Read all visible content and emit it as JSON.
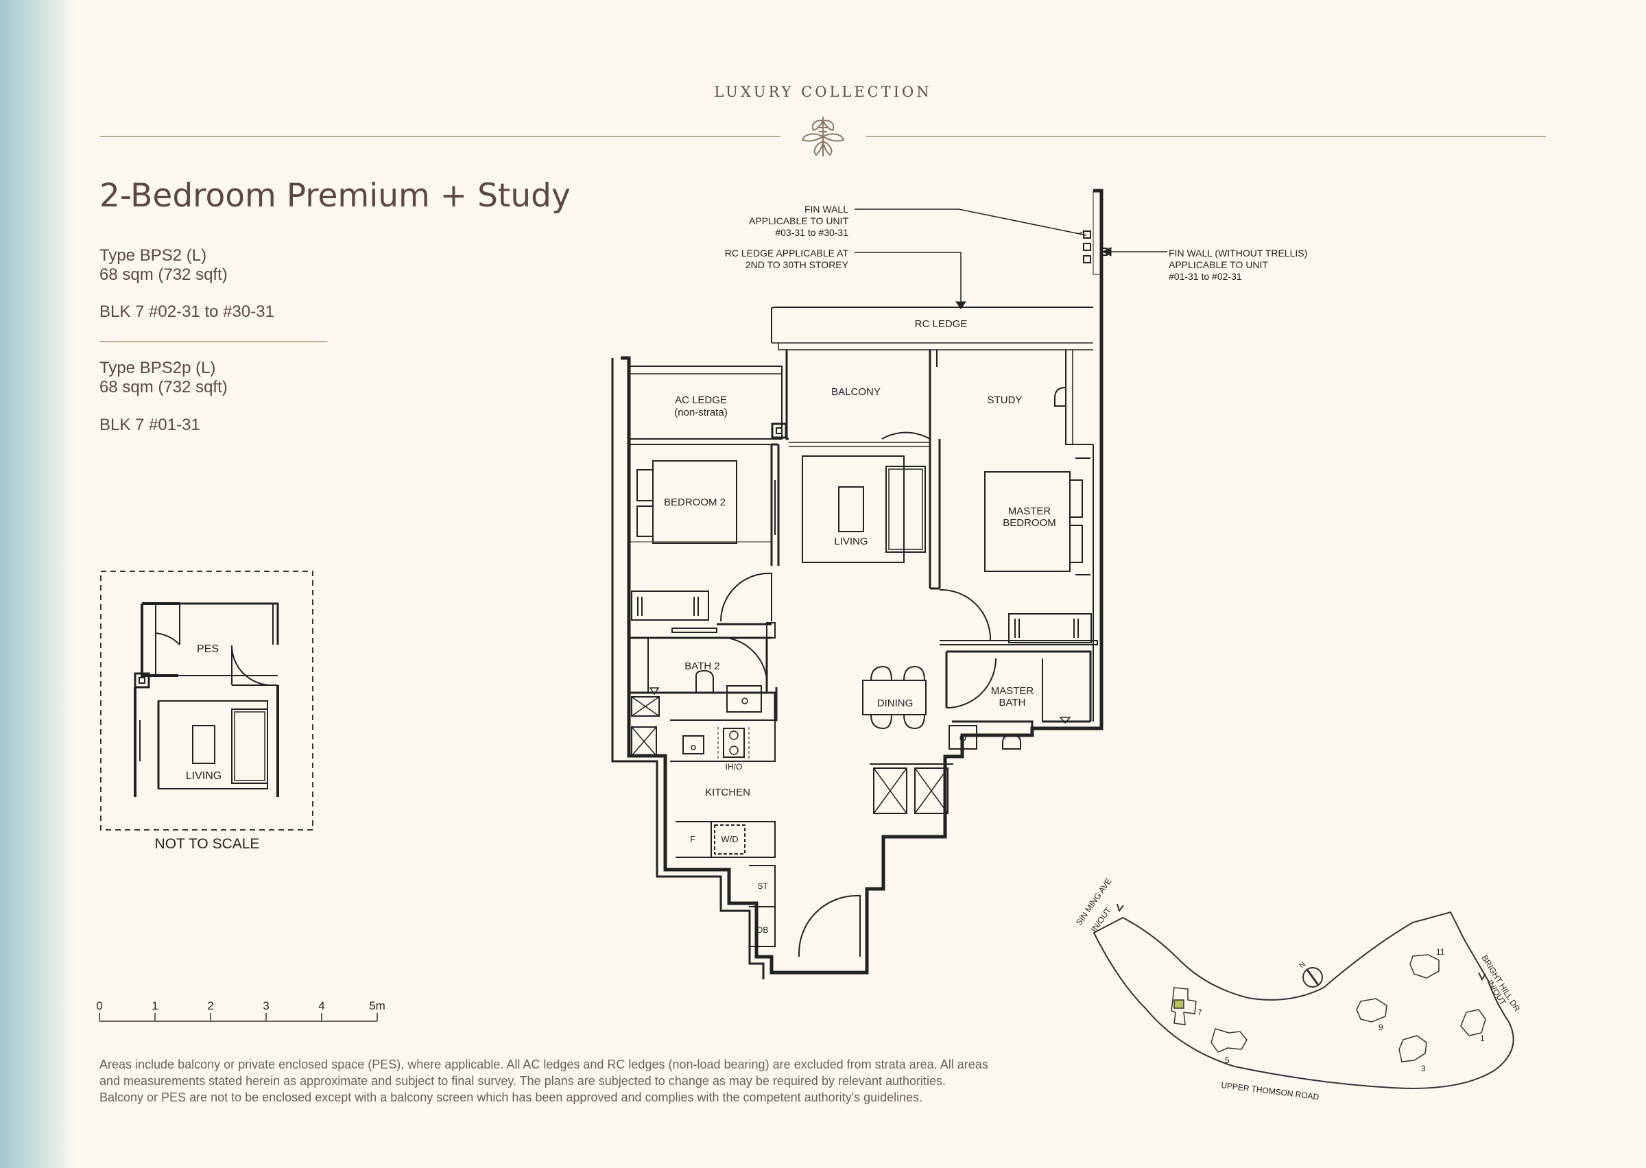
{
  "header": {
    "brand": "LUXURY COLLECTION"
  },
  "unit": {
    "title": "2-Bedroom Premium + Study",
    "types": [
      {
        "type": "Type BPS2 (L)",
        "area": "68 sqm (732 sqft)",
        "units": "BLK 7 #02-31 to #30-31"
      },
      {
        "type": "Type BPS2p (L)",
        "area": "68 sqm (732 sqft)",
        "units": "BLK 7 #01-31"
      }
    ]
  },
  "inset": {
    "rooms": {
      "pes": "PES",
      "living": "LIVING"
    },
    "caption": "NOT TO SCALE"
  },
  "plan": {
    "rooms": {
      "rc_ledge": "RC LEDGE",
      "ac_ledge": "AC LEDGE",
      "ac_ledge_note": "(non-strata)",
      "balcony": "BALCONY",
      "study": "STUDY",
      "bedroom2": "BEDROOM 2",
      "living": "LIVING",
      "master_bedroom_1": "MASTER",
      "master_bedroom_2": "BEDROOM",
      "bath2": "BATH 2",
      "dining": "DINING",
      "master_bath_1": "MASTER",
      "master_bath_2": "BATH",
      "kitchen": "KITCHEN",
      "ih_o": "IH/O",
      "fridge": "F",
      "washer_dryer": "W/D",
      "store": "ST",
      "db": "DB"
    },
    "annotations": {
      "fin_wall_1": "FIN WALL",
      "fin_wall_2": "APPLICABLE TO UNIT",
      "fin_wall_3": "#03-31 to #30-31",
      "rc_note_1": "RC LEDGE APPLICABLE AT",
      "rc_note_2": "2ND TO 30TH STOREY",
      "fin_trellis_1": "FIN WALL (WITHOUT TRELLIS)",
      "fin_trellis_2": "APPLICABLE TO UNIT",
      "fin_trellis_3": "#01-31 to #02-31"
    }
  },
  "scale_bar": {
    "ticks": [
      "0",
      "1",
      "2",
      "3",
      "4",
      "5m"
    ]
  },
  "site_plan": {
    "roads": {
      "sin_ming_1": "SIN MING AVE",
      "sin_ming_2": "IN/OUT",
      "bright_hill_1": "BRIGHT HILL DR",
      "bright_hill_2": "IN/OUT",
      "upper_thomson": "UPPER THOMSON ROAD"
    },
    "north": "N",
    "blocks": [
      "7",
      "5",
      "3",
      "9",
      "11",
      "1"
    ]
  },
  "disclaimer": [
    "Areas include balcony or private enclosed space (PES), where applicable. All AC ledges and RC ledges (non-load bearing) are excluded from strata area. All areas",
    "and measurements stated herein as approximate and subject to final survey. The plans are subjected to change as may be required by relevant authorities.",
    "Balcony or PES are not to be enclosed except with a balcony screen which has been approved and complies with the competent authority's guidelines."
  ],
  "colors": {
    "background": "#fcf8ef",
    "edge_gradient": "#a3c7cc",
    "title_text": "#5a4746",
    "rule": "#b9ab98",
    "highlight_block": "#b7c25a"
  }
}
